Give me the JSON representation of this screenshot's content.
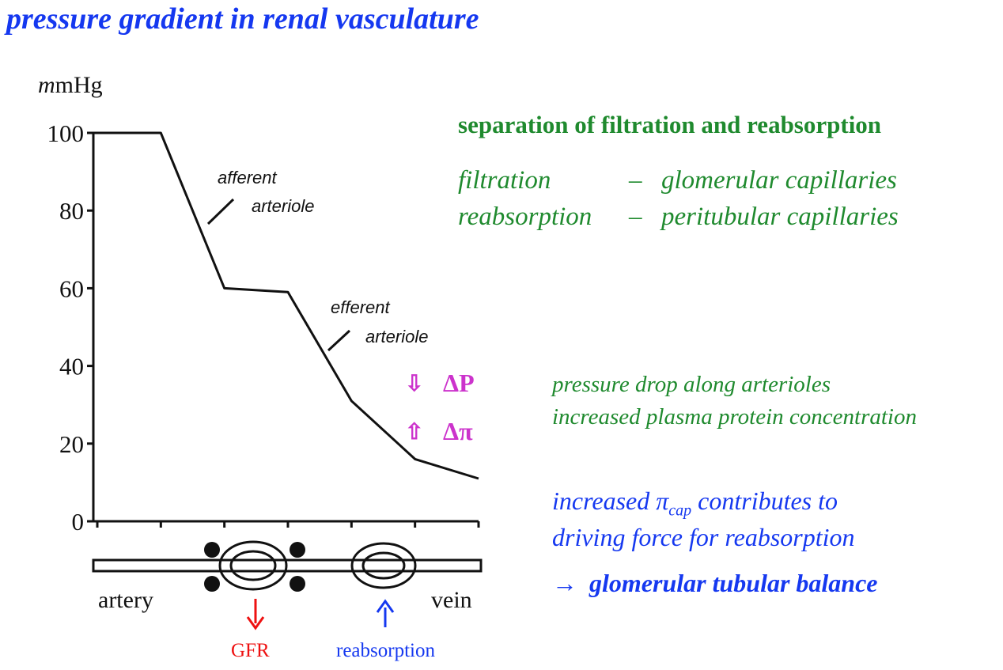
{
  "title": "pressure gradient in renal vasculature",
  "heading": "separation of filtration and reabsorption",
  "pairs": {
    "filtration": {
      "term": "filtration",
      "dash": "–",
      "site": "glomerular capillaries"
    },
    "reabsorption": {
      "term": "reabsorption",
      "dash": "–",
      "site": "peritubular capillaries"
    }
  },
  "effects": {
    "line1": "pressure drop along arterioles",
    "line2": "increased plasma protein concentration"
  },
  "indicators": {
    "dP_arrow": "⇩",
    "dP": "ΔP",
    "dpi_arrow": "⇧",
    "dpi": "Δπ"
  },
  "conclusion": {
    "line1_a": "increased ",
    "line1_sym": "π",
    "line1_sub": "cap",
    "line1_b": " contributes to",
    "line2": "driving force for reabsorption",
    "arrow": "→",
    "balance": "glomerular tubular balance"
  },
  "diagram": {
    "unit_italic": "m",
    "unit_rest": "mHg",
    "artery": "artery",
    "vein": "vein",
    "gfr": "GFR",
    "reabsorption": "reabsorption",
    "afferent_l1": "afferent",
    "afferent_l2": "arteriole",
    "efferent_l1": "efferent",
    "efferent_l2": "arteriole"
  },
  "chart_data": {
    "type": "line",
    "ylabel": "mmHg",
    "ylim": [
      0,
      100
    ],
    "yticks": [
      "100",
      "80",
      "60",
      "40",
      "20",
      "0"
    ],
    "ytick_values": [
      100,
      80,
      60,
      40,
      20,
      0
    ],
    "x": [
      0,
      1,
      2,
      3,
      4,
      5,
      6
    ],
    "y": [
      100,
      100,
      60,
      59,
      31,
      16,
      11
    ],
    "colors": {
      "line": "#111111",
      "gfr_arrow": "#ee1111",
      "reab_arrow": "#1538f0"
    }
  }
}
